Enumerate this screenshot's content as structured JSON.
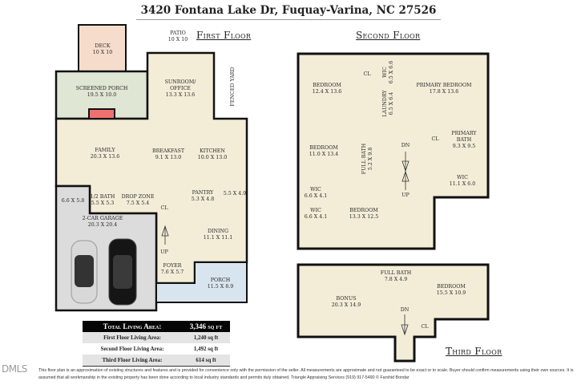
{
  "title": "3420 Fontana Lake Dr, Fuquay-Varina, NC 27526",
  "colors": {
    "interior": "#f3edd8",
    "deck": "#f6dccb",
    "screened_porch": "#dfe6d3",
    "fireplace": "#ef7070",
    "garage": "#dcdcdc",
    "porch": "#d9e5ee",
    "wall": "#111111"
  },
  "first_floor": {
    "heading": "First Floor",
    "patio": {
      "name": "PATIO",
      "size": "10 X 10"
    },
    "fenced_yard": "FENCED YARD",
    "rooms": {
      "deck": {
        "name": "DECK",
        "size": "10 X 10"
      },
      "screened_porch": {
        "name": "SCREENED PORCH",
        "size": "19.5 X 10.0"
      },
      "sunroom": {
        "name": "SUNROOM/",
        "name2": "OFFICE",
        "size": "13.3 X 13.6"
      },
      "family": {
        "name": "FAMILY",
        "size": "20.3 X 13.6"
      },
      "breakfast": {
        "name": "BREAKFAST",
        "size": "9.1 X 13.0"
      },
      "kitchen": {
        "name": "KITCHEN",
        "size": "10.0 X 13.0"
      },
      "storage": {
        "size": "6.6 X 5.8"
      },
      "half_bath": {
        "name": "1/2 BATH",
        "size": "5.5 X 5.3"
      },
      "drop_zone": {
        "name": "DROP ZONE",
        "size": "7.5 X 5.4"
      },
      "pantry": {
        "name": "PANTRY",
        "size": "5.3 X 4.8"
      },
      "pantry_side": {
        "size": "5.5 X 4.9"
      },
      "closet": {
        "name": "CL"
      },
      "garage": {
        "name": "2-CAR GARAGE",
        "size": "20.3 X 20.4"
      },
      "stairs": {
        "name": "UP"
      },
      "dining": {
        "name": "DINING",
        "size": "11.1 X 11.1"
      },
      "foyer": {
        "name": "FOYER",
        "size": "7.6 X 5.7"
      },
      "porch": {
        "name": "PORCH",
        "size": "11.5 X 8.9"
      }
    }
  },
  "second_floor": {
    "heading": "Second Floor",
    "rooms": {
      "bedroom1": {
        "name": "BEDROOM",
        "size": "12.4 X 13.6"
      },
      "cl1": {
        "name": "CL"
      },
      "wic_top": {
        "name": "WIC",
        "size": "6.5 X 6.6"
      },
      "laundry": {
        "name": "LAUNDRY",
        "size": "6.5 X 6.4"
      },
      "primary_bedroom": {
        "name": "PRIMARY BEDROOM",
        "size": "17.8 X 13.6"
      },
      "cl2": {
        "name": "CL"
      },
      "primary_bath": {
        "name": "PRIMARY",
        "name2": "BATH",
        "size": "9.3 X 9.5"
      },
      "bedroom2": {
        "name": "BEDROOM",
        "size": "11.0 X 13.4"
      },
      "full_bath": {
        "name": "FULL BATH",
        "size": "5.2 X 9.8"
      },
      "dn": {
        "name": "DN"
      },
      "up": {
        "name": "UP"
      },
      "wic_primary": {
        "name": "WIC",
        "size": "11.1 X 6.0"
      },
      "wic_a": {
        "name": "WIC",
        "size": "6.6 X 4.1"
      },
      "wic_b": {
        "name": "WIC",
        "size": "6.6 X 4.1"
      },
      "bedroom3": {
        "name": "BEDROOM",
        "size": "13.3 X 12.5"
      }
    }
  },
  "third_floor": {
    "heading": "Third Floor",
    "rooms": {
      "full_bath": {
        "name": "FULL BATH",
        "size": "7.8 X 4.9"
      },
      "bedroom": {
        "name": "BEDROOM",
        "size": "15.5 X 10.9"
      },
      "bonus": {
        "name": "BONUS",
        "size": "20.3 X 14.9"
      },
      "dn": {
        "name": "DN"
      },
      "cl": {
        "name": "CL"
      }
    }
  },
  "area_table": [
    {
      "label": "Total Living Area:",
      "value": "3,346 sq ft"
    },
    {
      "label": "First Floor Living Area:",
      "value": "1,240 sq ft"
    },
    {
      "label": "Second Floor Living Area:",
      "value": "1,492 sq ft"
    },
    {
      "label": "Third Floor Living Area:",
      "value": "614 sq ft"
    }
  ],
  "logo": "DMLS",
  "disclaimer": "This floor plan is an approximation of existing structures and features and is provided for convenience only with the permission of the seller.  All measurements are approximate and not guaranteed to be exact or to scale.  Buyer should confirm measurements using their own sources.  It is assumed that all workmanship in the existing property has been done according to local industry standards and permits duly obtained. Triangle Appraising Services  (919) 917-5490  © Farshid Bondar"
}
